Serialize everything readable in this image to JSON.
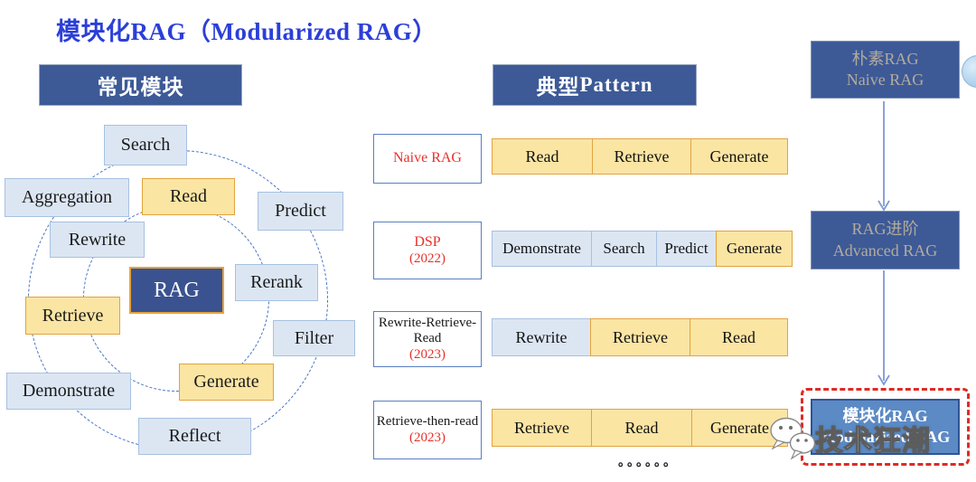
{
  "title": "模块化RAG（Modularized RAG）",
  "colors": {
    "title_blue": "#2b3fd8",
    "header_navy": "#3d5a97",
    "module_blue_fill": "#dce6f3",
    "module_blue_border": "#a6c1e0",
    "module_yellow_fill": "#fbe5a3",
    "module_yellow_border": "#e2a33e",
    "rag_center_fill": "#3a5390",
    "rag_center_border": "#e8a33d",
    "red_accent": "#e8312b",
    "red_dashed_frame": "#dd2b26",
    "modular_stage_fill": "#5b8ac5",
    "stage_text": "#b3ab9c",
    "arrow_blue": "#7c9ad4",
    "dashed_circle_blue": "#4472c4"
  },
  "left": {
    "header": "常见模块",
    "modules": [
      {
        "label": "Search"
      },
      {
        "label": "Aggregation"
      },
      {
        "label": "Read"
      },
      {
        "label": "Predict"
      },
      {
        "label": "Rewrite"
      },
      {
        "label": "RAG"
      },
      {
        "label": "Rerank"
      },
      {
        "label": "Retrieve"
      },
      {
        "label": "Filter"
      },
      {
        "label": "Demonstrate"
      },
      {
        "label": "Generate"
      },
      {
        "label": "Reflect"
      }
    ]
  },
  "patterns": {
    "header_zh": "典型",
    "header_en": "Pattern",
    "rows": [
      {
        "name": "Naive RAG",
        "year": "",
        "cells": [
          {
            "label": "Read"
          },
          {
            "label": "Retrieve"
          },
          {
            "label": "Generate"
          }
        ]
      },
      {
        "name": "DSP",
        "year": "(2022)",
        "cells": [
          {
            "label": "Demonstrate"
          },
          {
            "label": "Search"
          },
          {
            "label": "Predict"
          },
          {
            "label": "Generate"
          }
        ]
      },
      {
        "name": "Rewrite-Retrieve-Read",
        "year": "(2023)",
        "cells": [
          {
            "label": "Rewrite"
          },
          {
            "label": "Retrieve"
          },
          {
            "label": "Read"
          }
        ]
      },
      {
        "name": "Retrieve-then-read",
        "year": "(2023)",
        "cells": [
          {
            "label": "Retrieve"
          },
          {
            "label": "Read"
          },
          {
            "label": "Generate"
          }
        ]
      }
    ],
    "ellipsis": "。。。。。。"
  },
  "evolution": {
    "stages": [
      {
        "zh": "朴素RAG",
        "en": "Naive RAG"
      },
      {
        "zh": "RAG进阶",
        "en": "Advanced RAG"
      },
      {
        "zh": "模块化RAG",
        "en": "Modularized RAG"
      }
    ]
  },
  "watermark": {
    "text": "技术狂潮"
  }
}
